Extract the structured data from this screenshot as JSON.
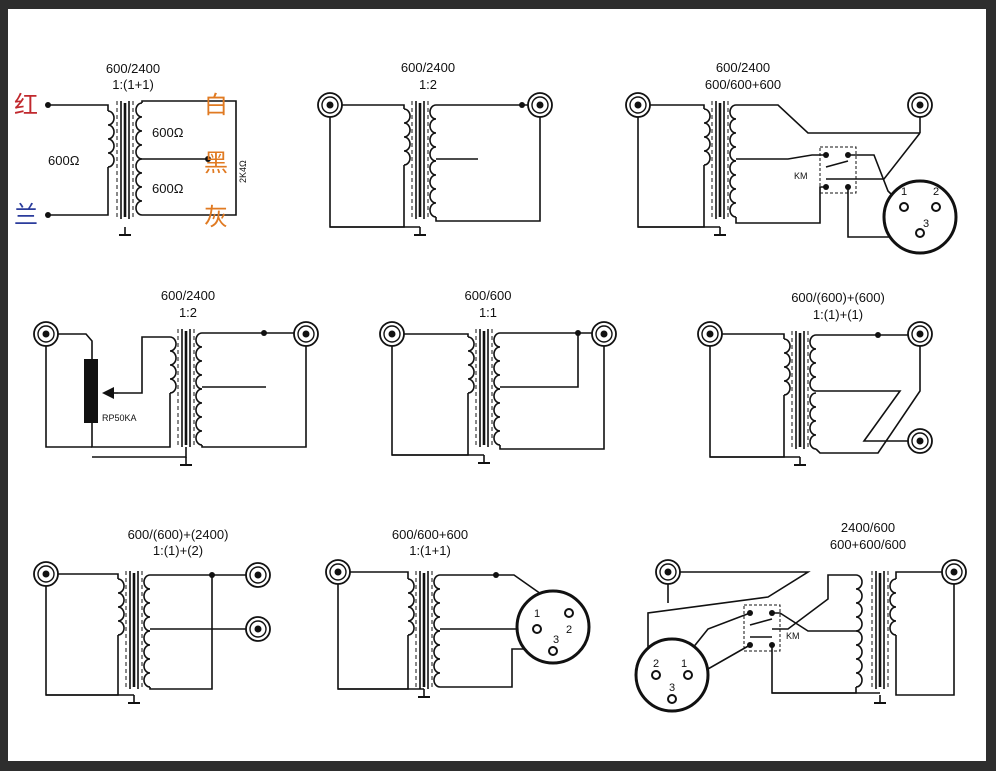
{
  "colors": {
    "red": "#c0282d",
    "blue": "#2b3c9c",
    "orange": "#e07a22"
  },
  "d1": {
    "t1": "600/2400",
    "t2": "1:(1+1)",
    "red": "红",
    "white": "白",
    "black": "黑",
    "grey": "灰",
    "blue": "兰",
    "p": "600Ω",
    "s1": "600Ω",
    "s2": "600Ω",
    "r": "2K4Ω"
  },
  "d2": {
    "t1": "600/2400",
    "t2": "1:2"
  },
  "d3": {
    "t1": "600/2400",
    "t2": "600/600+600",
    "km": "KM",
    "p1": "1",
    "p2": "2",
    "p3": "3"
  },
  "d4": {
    "t1": "600/2400",
    "t2": "1:2",
    "pot": "RP50KA"
  },
  "d5": {
    "t1": "600/600",
    "t2": "1:1"
  },
  "d6": {
    "t1": "600/(600)+(600)",
    "t2": "1:(1)+(1)"
  },
  "d7": {
    "t1": "600/(600)+(2400)",
    "t2": "1:(1)+(2)"
  },
  "d8": {
    "t1": "600/600+600",
    "t2": "1:(1+1)",
    "p1": "1",
    "p2": "2",
    "p3": "3"
  },
  "d9": {
    "t1": "2400/600",
    "t2": "600+600/600",
    "km": "KM",
    "p1": "1",
    "p2": "2",
    "p3": "3"
  }
}
